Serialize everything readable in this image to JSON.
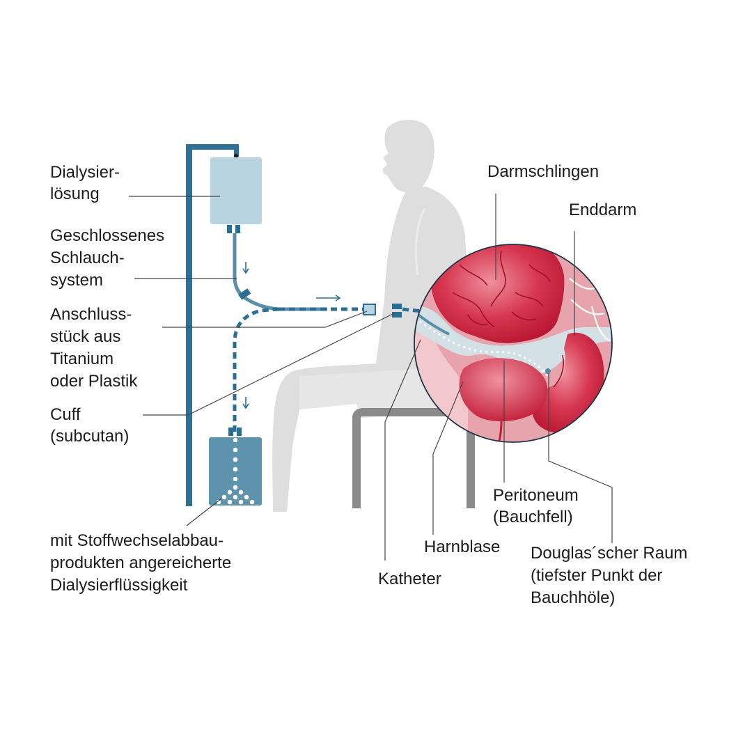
{
  "colors": {
    "stand": "#2f7196",
    "fresh_bag": "#b8d4e1",
    "waste_bag": "#5d93ad",
    "tube": "#5a8ea8",
    "tube_dashed": "#2c6e93",
    "silhouette": "#dedede",
    "chair": "#8a8a8a",
    "organ_red": "#c81e3a",
    "organ_light": "#e8a4ad",
    "peritoneum": "#d3e0e6"
  },
  "labels": {
    "dialysate": [
      "Dialysier-",
      "lösung"
    ],
    "tube_system": [
      "Geschlossenes",
      "Schlauch-",
      "system"
    ],
    "connector": [
      "Anschluss-",
      "stück aus",
      "Titanium",
      "oder Plastik"
    ],
    "cuff": [
      "Cuff",
      "(subcutan)"
    ],
    "waste_fluid": [
      "mit Stoffwechselabbau-",
      "produkten angereicherte",
      "Dialysierflüssigkeit"
    ],
    "catheter": [
      "Katheter"
    ],
    "bladder": [
      "Harnblase"
    ],
    "peritoneum": [
      "Peritoneum",
      "(Bauchfell)"
    ],
    "douglas": [
      "Douglas´scher Raum",
      "(tiefster Punkt der",
      "Bauchhöle)"
    ],
    "intestines": [
      "Darmschlingen"
    ],
    "rectum": [
      "Enddarm"
    ]
  }
}
